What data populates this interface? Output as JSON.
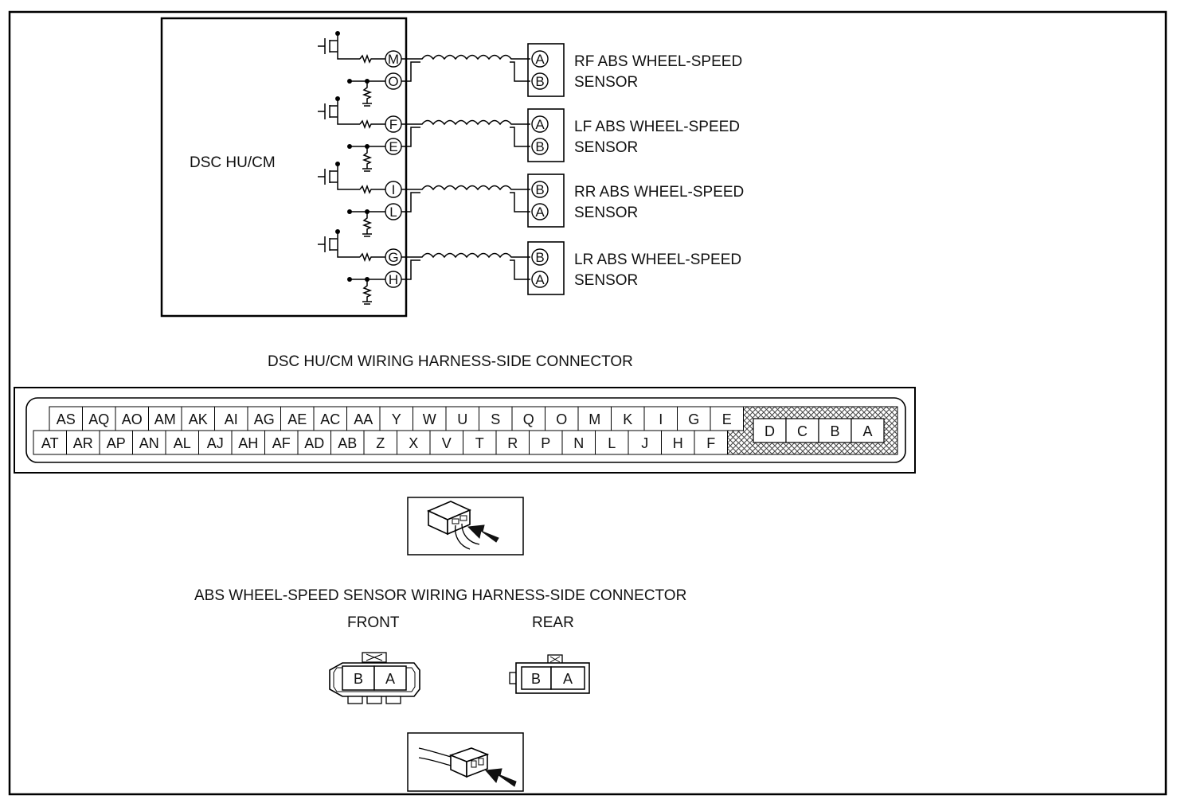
{
  "module": {
    "label": "DSC  HU/CM"
  },
  "sensors": [
    {
      "name_line1": "RF ABS WHEEL-SPEED",
      "name_line2": "SENSOR",
      "module_pins": [
        "M",
        "O"
      ],
      "sensor_pins": [
        "A",
        "B"
      ]
    },
    {
      "name_line1": "LF ABS WHEEL-SPEED",
      "name_line2": "SENSOR",
      "module_pins": [
        "F",
        "E"
      ],
      "sensor_pins": [
        "A",
        "B"
      ]
    },
    {
      "name_line1": "RR ABS WHEEL-SPEED",
      "name_line2": "SENSOR",
      "module_pins": [
        "I",
        "L"
      ],
      "sensor_pins": [
        "B",
        "A"
      ]
    },
    {
      "name_line1": "LR ABS WHEEL-SPEED",
      "name_line2": "SENSOR",
      "module_pins": [
        "G",
        "H"
      ],
      "sensor_pins": [
        "B",
        "A"
      ]
    }
  ],
  "dsc_connector": {
    "title": "DSC HU/CM WIRING HARNESS-SIDE CONNECTOR",
    "top_row": [
      "AS",
      "AQ",
      "AO",
      "AM",
      "AK",
      "AI",
      "AG",
      "AE",
      "AC",
      "AA",
      "Y",
      "W",
      "U",
      "S",
      "Q",
      "O",
      "M",
      "K",
      "I",
      "G",
      "E"
    ],
    "bottom_row": [
      "AT",
      "AR",
      "AP",
      "AN",
      "AL",
      "AJ",
      "AH",
      "AF",
      "AD",
      "AB",
      "Z",
      "X",
      "V",
      "T",
      "R",
      "P",
      "N",
      "L",
      "J",
      "H",
      "F"
    ],
    "power_pins": [
      "D",
      "C",
      "B",
      "A"
    ]
  },
  "abs_connector": {
    "title": "ABS WHEEL-SPEED SENSOR WIRING HARNESS-SIDE CONNECTOR",
    "front_label": "FRONT",
    "rear_label": "REAR",
    "front_pins": [
      "B",
      "A"
    ],
    "rear_pins": [
      "B",
      "A"
    ]
  }
}
